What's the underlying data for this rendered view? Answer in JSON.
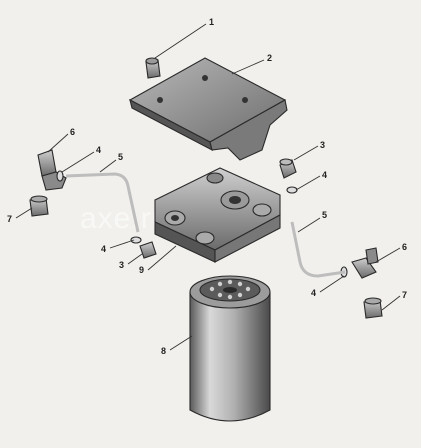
{
  "watermark": "axe.ru",
  "callouts": {
    "c1": "1",
    "c2": "2",
    "c3a": "3",
    "c3b": "3",
    "c4a": "4",
    "c4b": "4",
    "c4c": "4",
    "c4d": "4",
    "c5a": "5",
    "c5b": "5",
    "c6a": "6",
    "c6b": "6",
    "c7a": "7",
    "c7b": "7",
    "c8": "8",
    "c9": "9"
  }
}
